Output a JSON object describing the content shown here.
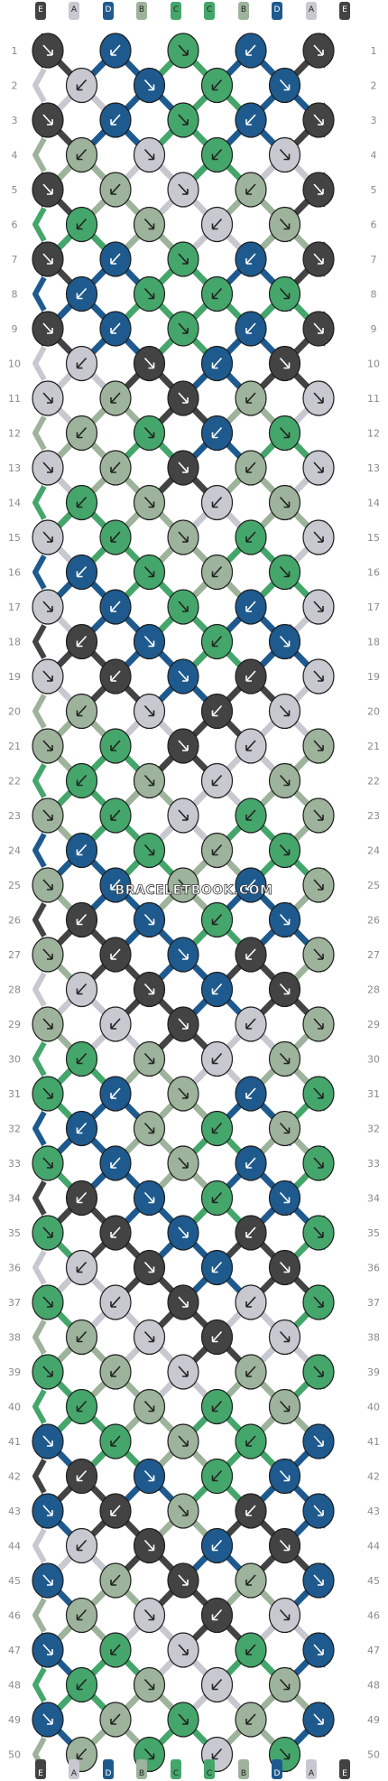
{
  "strand_labels_top": [
    "E",
    "A",
    "D",
    "B",
    "C",
    "C",
    "B",
    "D",
    "A",
    "E"
  ],
  "strand_labels_bottom": [
    "E",
    "A",
    "D",
    "B",
    "C",
    "C",
    "B",
    "D",
    "A",
    "E"
  ],
  "colors": {
    "E": "#434343",
    "A": "#c8c8d0",
    "D": "#1e5a8e",
    "B": "#9db39b",
    "C": "#45a66b"
  },
  "row_numbers": [
    "1",
    "2",
    "3",
    "4",
    "5",
    "6",
    "7",
    "8",
    "9",
    "10",
    "11",
    "12",
    "13",
    "14",
    "15",
    "16",
    "17",
    "18",
    "19",
    "20",
    "21",
    "22",
    "23",
    "24",
    "25",
    "26",
    "27",
    "28",
    "29",
    "30",
    "31",
    "32",
    "33",
    "34",
    "35",
    "36",
    "37",
    "38",
    "39",
    "40",
    "41",
    "42",
    "43",
    "44",
    "45",
    "46",
    "47",
    "48",
    "49",
    "50"
  ],
  "watermark": "BRACELETBOOK.COM",
  "knot_rows": [
    "EDCDE",
    "ADCDA",
    "EDCDE",
    "BACAB",
    "EBABE",
    "CBABC",
    "EDCDE",
    "DCCCD",
    "EDCDE",
    "AEDEA",
    "ABEBA",
    "BCDCB",
    "ABEBA",
    "CBABC",
    "ACBCA",
    "DCBCD",
    "ADCDA",
    "EDCDE",
    "AEDEA",
    "BAEAB",
    "BCEAB",
    "CBABC",
    "BCACB",
    "DCBCD",
    "BDBDB",
    "EDCDE",
    "BEDEB",
    "AEDEA",
    "BAEAB",
    "CBABC",
    "CDBDC",
    "DBCBD",
    "CDBDC",
    "EDCDE",
    "CEDEC",
    "AEDEA",
    "CAEAC",
    "BAEAB",
    "CBABC",
    "CBCBC",
    "DCBCD",
    "EDCDE",
    "DEBED",
    "AEDEA",
    "DBEBD",
    "BAEAB",
    "DCACD",
    "CBABC",
    "DBCBD",
    "BCACB"
  ]
}
